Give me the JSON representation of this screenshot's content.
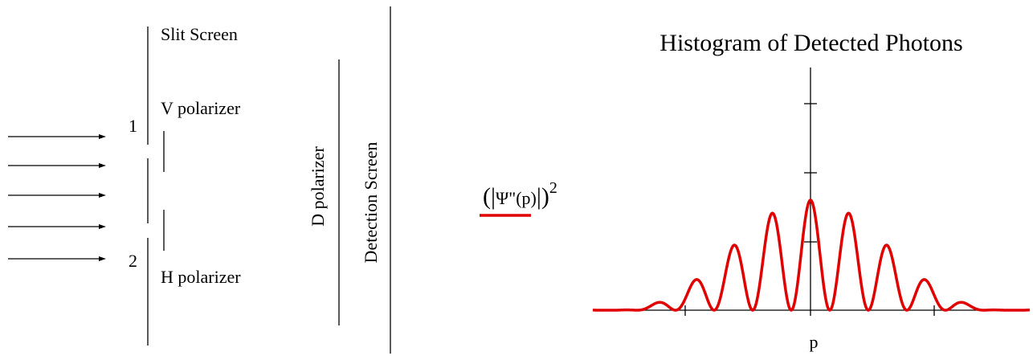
{
  "diagram": {
    "label_slit_screen": "Slit Screen",
    "label_v_polarizer": "V polarizer",
    "label_h_polarizer": "H polarizer",
    "label_slit_1": "1",
    "label_slit_2": "2",
    "label_d_polarizer": "D polarizer",
    "label_detection_screen": "Detection Screen",
    "incoming_arrows": 5
  },
  "chart_data": {
    "type": "line",
    "title": "Histogram of Detected Photons",
    "xlabel": "p",
    "ylabel_parts": {
      "open": "(|",
      "psi": "Ψ\"(p)",
      "close": "|)",
      "exponent": "2"
    },
    "series": [
      {
        "color": "#e00000"
      }
    ],
    "grid": false,
    "x_ticks": 2,
    "y_ticks": 3
  }
}
